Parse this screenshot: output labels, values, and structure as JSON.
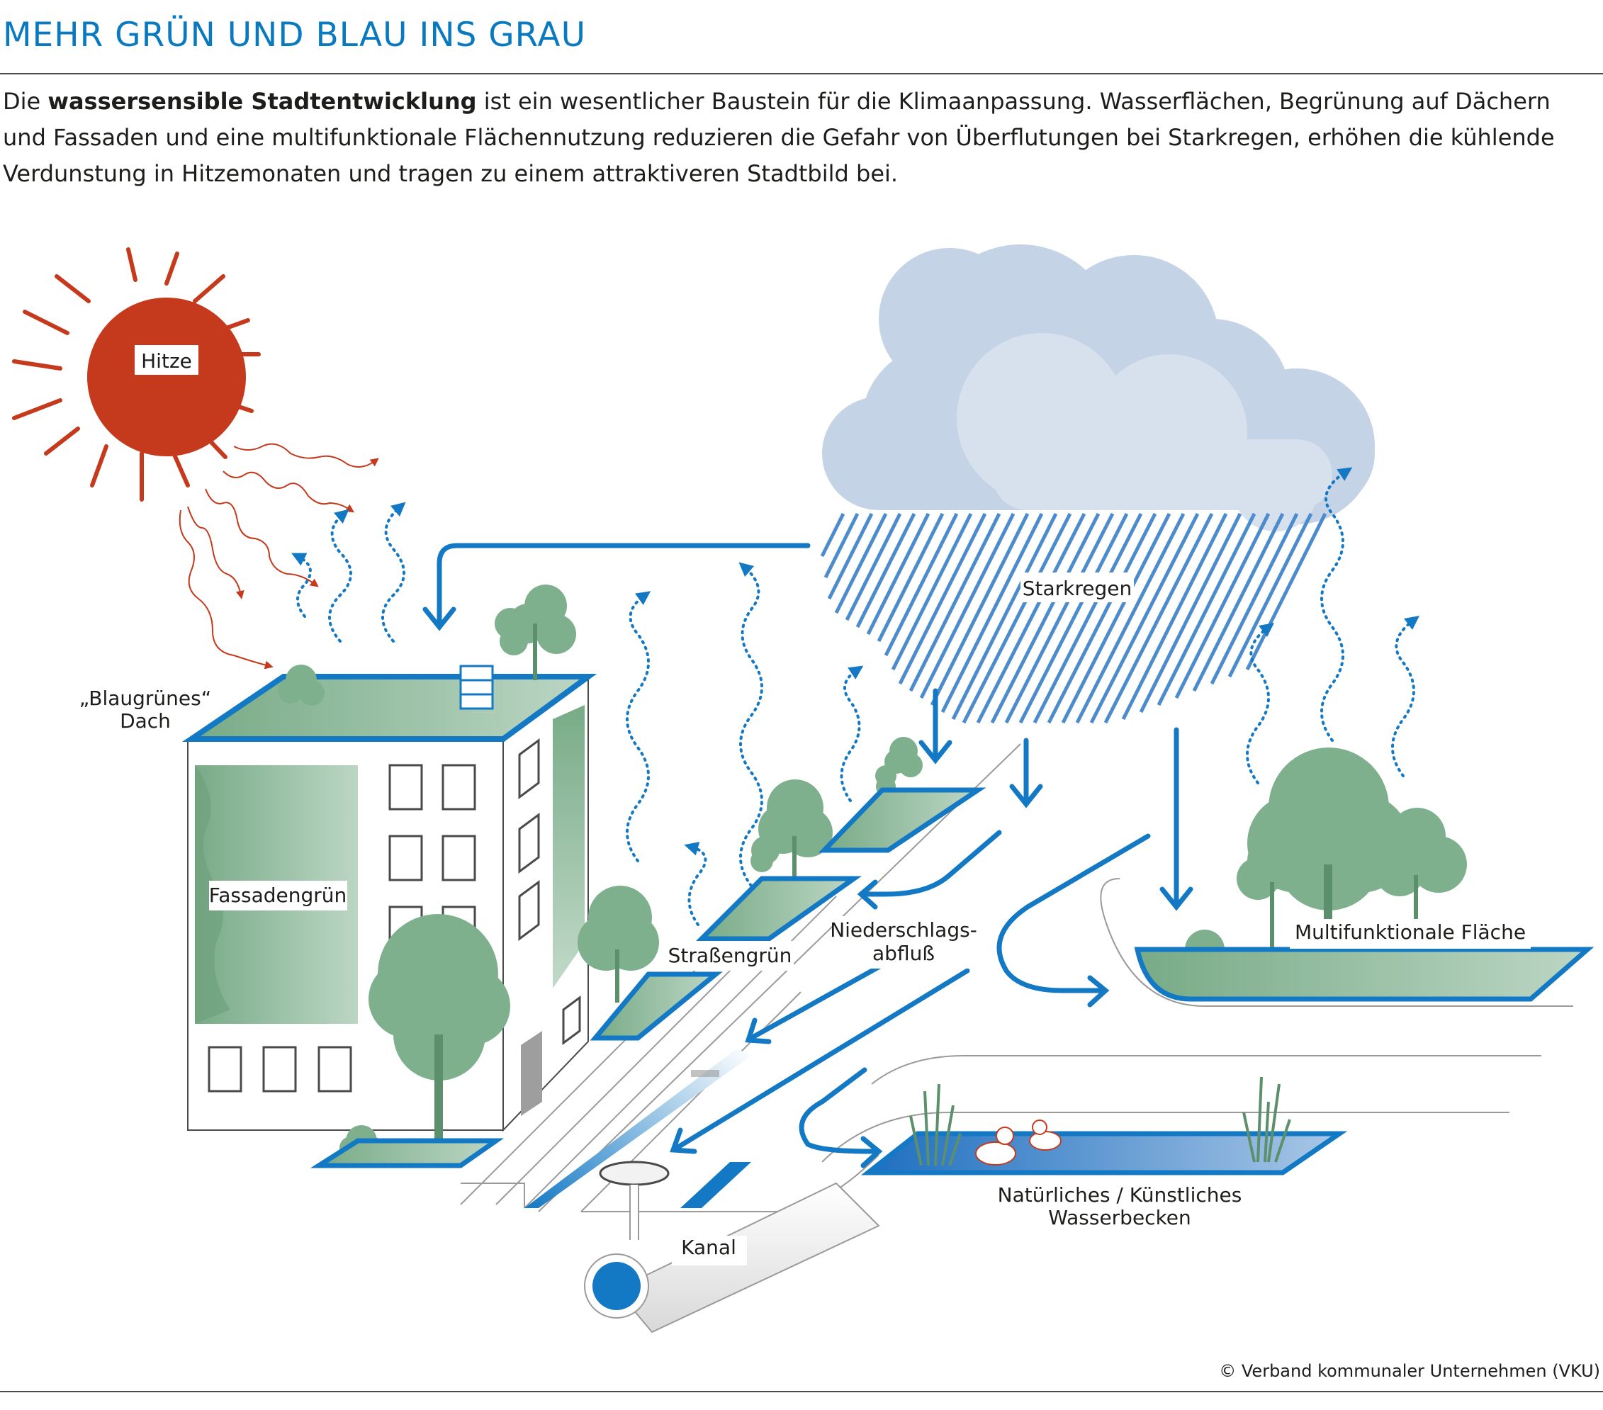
{
  "header": {
    "title": "MEHR GRÜN UND BLAU INS GRAU"
  },
  "intro": {
    "line1_pre": "Die ",
    "line1_bold": "wassersensible Stadtentwicklung",
    "line1_post": " ist ein wesentlicher Baustein für die Klimaanpassung. Wasserflächen, Begrünung auf Dächern",
    "line2": "und Fassaden und eine multifunktionale Flächennutzung reduzieren die Gefahr von Überflutungen bei Starkregen, erhöhen die kühlende",
    "line3": "Verdunstung in Hitzemonaten und tragen zu einem attraktiveren Stadtbild bei."
  },
  "labels": {
    "hitze": "Hitze",
    "roof_line1": "„Blaugrünes“",
    "roof_line2": "Dach",
    "fassade": "Fassadengrün",
    "strassengruen": "Straßengrün",
    "starkregen": "Starkregen",
    "abfluss_line1": "Niederschlags-",
    "abfluss_line2": "abfluß",
    "multi": "Multifunktionale Fläche",
    "becken_line1": "Natürliches / Künstliches",
    "becken_line2": "Wasserbecken",
    "kanal": "Kanal"
  },
  "footer": {
    "credit": "© Verband kommunaler Unternehmen (VKU)"
  },
  "colors": {
    "title_blue": "#0a7ac0",
    "water_blue": "#1479c4",
    "sun_red": "#c53a1c",
    "green": "#7fb08e",
    "cloud": "#c5d3e6"
  }
}
